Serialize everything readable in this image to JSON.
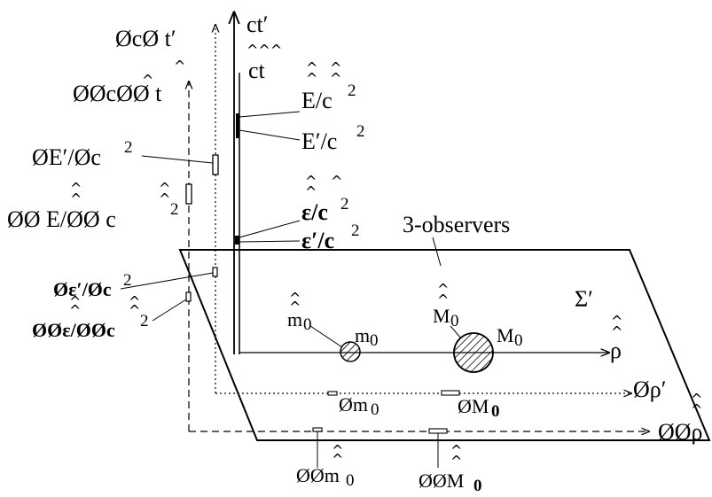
{
  "axes": {
    "ct_prime": "ct′",
    "ct_hat": "ct",
    "phi_c_phi_t_prime": "ØcØ t′",
    "phiphi_c_phiphi_t": "ØØcØØ t",
    "rho_hat": "ρ",
    "phi_rho_prime": "Øρ′",
    "phiphi_rho_hat": "ØØρ"
  },
  "energy_labels": {
    "E_hat_over_c2": "E/c",
    "E_prime_over_c2": "E′/c",
    "phi_E_prime": "ØE′/Øc",
    "phiphi_E_hat": "ØØ E/ØØ c",
    "eps_hat_over_c2": "ε/c",
    "eps_prime_over_c2": "ε′/c",
    "phi_eps_prime": "Øε′/Øc",
    "phiphi_eps_hat": "ØØε/ØØc",
    "exponent": "2"
  },
  "plane": {
    "observers": "3-observers",
    "sigma": "Σ′"
  },
  "masses": {
    "m_hat": "m",
    "m": "m",
    "M_hat": "M",
    "M": "M",
    "subscript": "0",
    "phi_m": "Øm",
    "phi_M": "ØM",
    "phiphi_m": "ØØm",
    "phiphi_M": "ØØM"
  }
}
